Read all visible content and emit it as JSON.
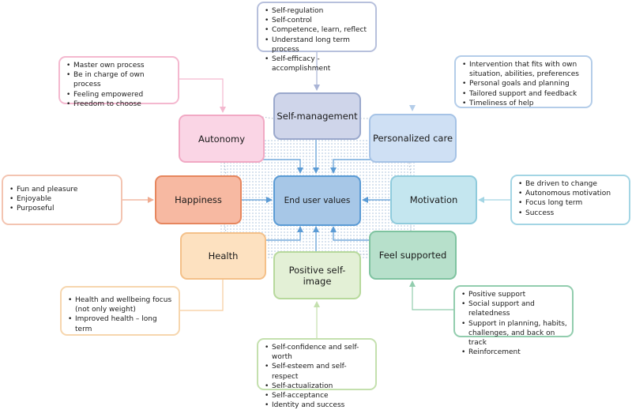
{
  "colors": {
    "center": "#a7c7e7",
    "center_border": "#5b9bd5",
    "self_management": "#cfd5ea",
    "self_management_border": "#9aa8cc",
    "personalized_care": "#cfe0f4",
    "personalized_care_border": "#a6c3e6",
    "autonomy": "#fad5e5",
    "autonomy_border": "#f1a9c4",
    "happiness": "#f7b9a2",
    "happiness_border": "#e6865e",
    "motivation": "#c4e6ef",
    "motivation_border": "#8fcbdc",
    "health": "#fde1c0",
    "health_border": "#f4c089",
    "positive_self_image": "#e3f0d6",
    "positive_self_image_border": "#b7d99c",
    "feel_supported": "#b7e0cb",
    "feel_supported_border": "#7fc3a0",
    "arrow_center": "#5b9bd5"
  },
  "center": {
    "label": "End user values"
  },
  "nodes": {
    "self_management": {
      "label": "Self-management"
    },
    "personalized_care": {
      "label": "Personalized care"
    },
    "autonomy": {
      "label": "Autonomy"
    },
    "happiness": {
      "label": "Happiness"
    },
    "motivation": {
      "label": "Motivation"
    },
    "health": {
      "label": "Health"
    },
    "positive_self_image": {
      "label": "Positive self-image"
    },
    "feel_supported": {
      "label": "Feel supported"
    }
  },
  "cards": {
    "self_management": [
      "Self-regulation",
      "Self-control",
      "Competence, learn, reflect",
      "Understand long term process",
      "Self-efficacy - accomplishment"
    ],
    "personalized_care": [
      "Intervention that fits with own situation, abilities, preferences",
      "Personal goals and planning",
      "Tailored support and feedback",
      "Timeliness of help"
    ],
    "autonomy": [
      "Master own process",
      "Be in charge of own process",
      "Feeling empowered",
      "Freedom to choose"
    ],
    "happiness": [
      "Fun and pleasure",
      "Enjoyable",
      "Purposeful"
    ],
    "motivation": [
      "Be driven to change",
      "Autonomous motivation",
      "Focus long term",
      "Success"
    ],
    "health": [
      "Health and wellbeing focus (not only weight)",
      "Improved health – long term"
    ],
    "feel_supported": [
      "Positive support",
      "Social support and relatedness",
      "Support in planning, habits, challenges, and back on track",
      "Reinforcement"
    ],
    "positive_self_image": [
      "Self-confidence and self-worth",
      "Self-esteem and self-respect",
      "Self-actualization",
      "Self-acceptance",
      "Identity and success"
    ]
  }
}
